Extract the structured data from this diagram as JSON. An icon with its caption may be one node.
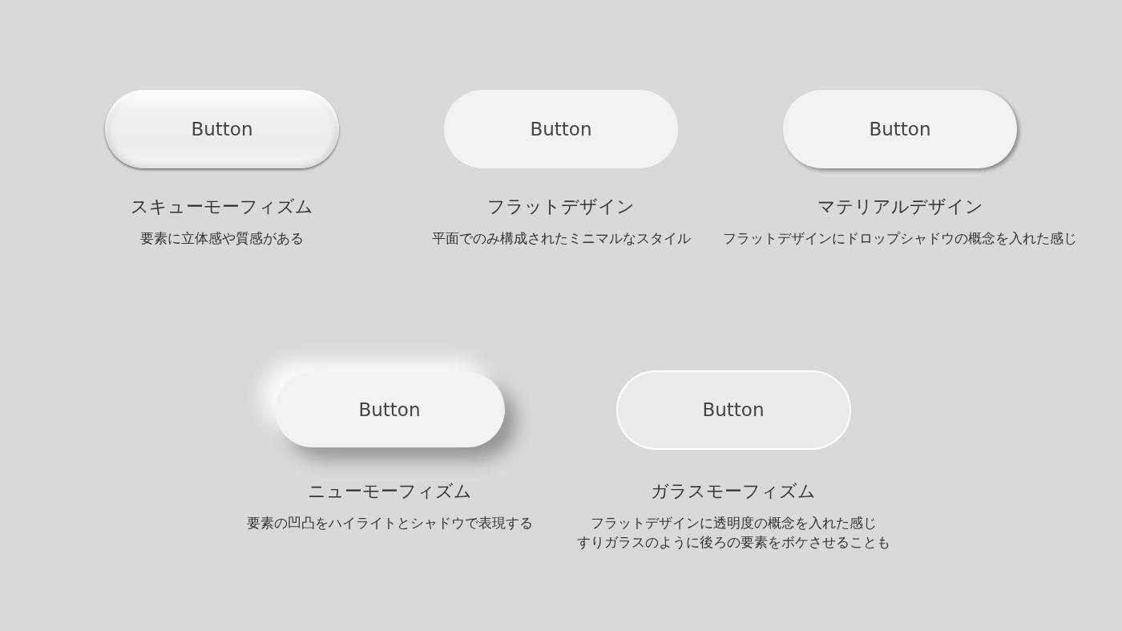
{
  "diagram": {
    "nodes": [
      {
        "text": [
          "Button"
        ],
        "beside": [
          "スキューモーフィズム",
          "要素に立体感や質感がある"
        ]
      },
      {
        "text": [
          "Button"
        ],
        "beside": [
          "フラットデザイン",
          "平面でのみ構成されたミニマルなスタイル"
        ]
      },
      {
        "text": [
          "Button"
        ],
        "beside": [
          "マテリアルデザイン",
          "フラットデザインにドロップシャドウの概念を入れた感じ"
        ]
      },
      {
        "text": [
          "Button"
        ],
        "beside": [
          "ニューモーフィズム",
          "要素の凹凸をハイライトとシャドウで表現する"
        ]
      },
      {
        "text": [
          "Button"
        ],
        "beside": [
          "ガラスモーフィズム",
          "フラットデザインに透明度の概念を入れた感じ",
          "すりガラスのように後ろの要素をボケさせることも"
        ]
      }
    ]
  }
}
